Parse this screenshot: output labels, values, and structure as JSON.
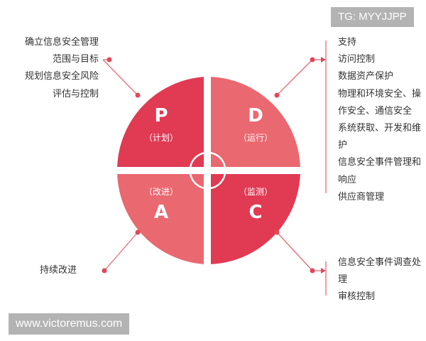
{
  "watermarks": {
    "top": "TG: MYYJJPP",
    "bottom": "www.victoremus.com"
  },
  "quadrants": {
    "p": {
      "letter": "P",
      "sub": "（计划）"
    },
    "d": {
      "letter": "D",
      "sub": "（运行）"
    },
    "a": {
      "letter": "A",
      "sub": "（改进）"
    },
    "c": {
      "letter": "C",
      "sub": "（监测）"
    }
  },
  "left_top_items": [
    "确立信息安全管理",
    "范围与目标",
    "规划信息安全风险",
    "评估与控制"
  ],
  "right_top_items": [
    "支持",
    "访问控制",
    "数据资产保护",
    "物理和环境安全、操",
    "作安全、通信安全",
    "系统获取、开发和维",
    "护",
    "信息安全事件管理和",
    "响应",
    "供应商管理"
  ],
  "left_bottom_item": "持续改进",
  "right_bottom_items": [
    "信息安全事件调查处",
    "理",
    "审核控制"
  ],
  "colors": {
    "dark_red": "#e13a53",
    "salmon": "#ea6870",
    "dot": "#e04858",
    "line": "#e86a76"
  }
}
